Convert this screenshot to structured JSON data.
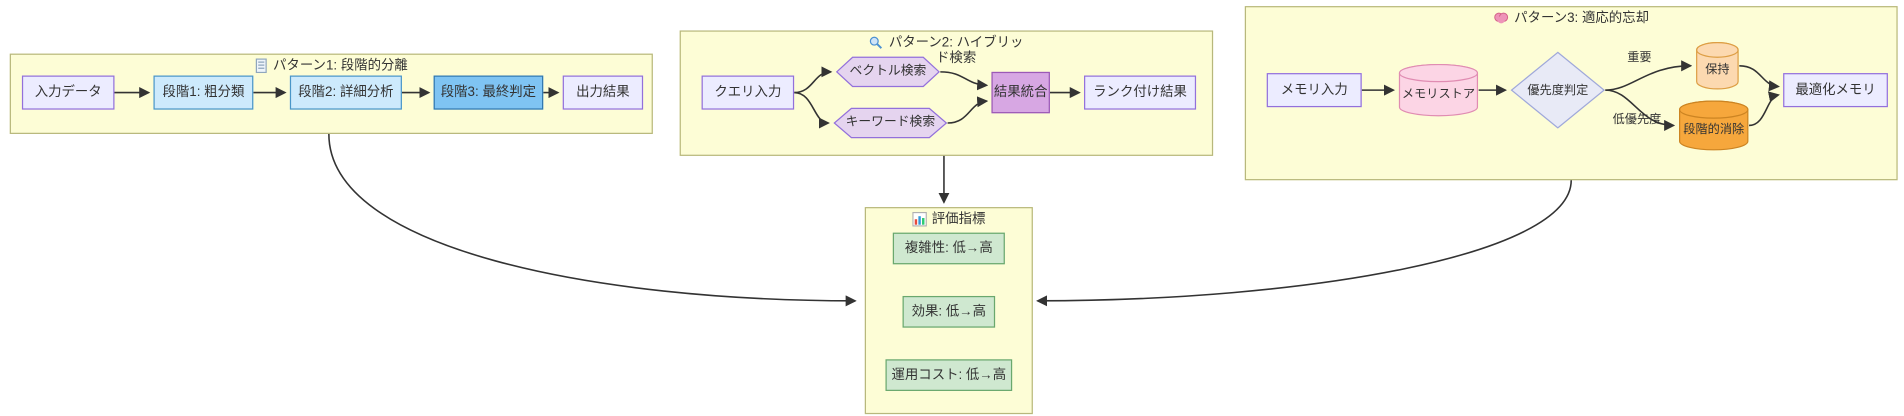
{
  "pattern1": {
    "title": "パターン1: 段階的分離",
    "icon": "document-icon",
    "nodes": {
      "input": "入力データ",
      "stage1": "段階1: 粗分類",
      "stage2": "段階2: 詳細分析",
      "stage3": "段階3: 最終判定",
      "output": "出力結果"
    }
  },
  "pattern2": {
    "title": "パターン2: ハイブリッド検索",
    "icon": "magnifier-icon",
    "nodes": {
      "query": "クエリ入力",
      "vector": "ベクトル検索",
      "keyword": "キーワード検索",
      "merge": "結果統合",
      "ranked": "ランク付け結果"
    }
  },
  "pattern3": {
    "title": "パターン3: 適応的忘却",
    "icon": "brain-icon",
    "nodes": {
      "input": "メモリ入力",
      "store": "メモリストア",
      "priority": "優先度判定",
      "keep": "保持",
      "delete": "段階的消除",
      "optimized": "最適化メモリ"
    },
    "edge_labels": {
      "important": "重要",
      "low": "低優先度"
    }
  },
  "metrics": {
    "title": "評価指標",
    "icon": "bar-chart-icon",
    "items": {
      "complexity": "複雑性: 低→高",
      "effect": "効果: 低→高",
      "cost": "運用コスト: 低→高"
    }
  },
  "palette": {
    "subgraph_bg": "#fdfdd6",
    "subgraph_border": "#b8b87c",
    "node_default_bg": "#ececff",
    "node_default_border": "#9370db",
    "stage_bg": "#cdeafc",
    "stage_final_bg": "#7fc4f3",
    "hexagon_bg": "#e5d4ef",
    "merge_bg": "#d7a7e3",
    "store_bg": "#fcd5e5",
    "retain_bg": "#fcd9b0",
    "delete_bg": "#f6a73c",
    "diamond_bg": "#e8eaf6",
    "metric_bg": "#cfe8d0",
    "edge_color": "#333333"
  }
}
